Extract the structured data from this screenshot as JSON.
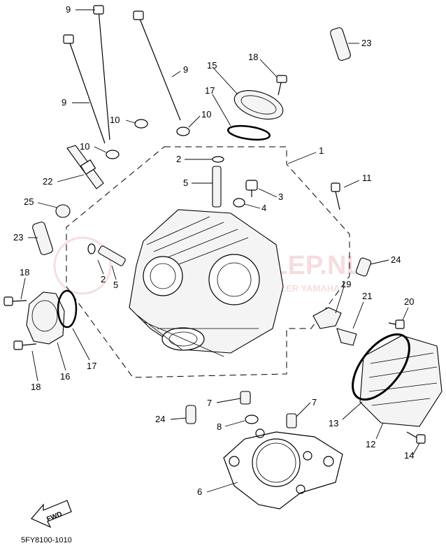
{
  "figure": {
    "code": "5FY8100-1010",
    "fwd_label": "FWD",
    "watermark": {
      "main": "MOTO-KLEP.NL",
      "sub": "VOOR DE MOTORDEALER YAMAHA"
    }
  },
  "callouts": [
    {
      "id": "c9a",
      "label": "9"
    },
    {
      "id": "c9b",
      "label": "9"
    },
    {
      "id": "c9c",
      "label": "9"
    },
    {
      "id": "c10a",
      "label": "10"
    },
    {
      "id": "c10b",
      "label": "10"
    },
    {
      "id": "c10c",
      "label": "10"
    },
    {
      "id": "c23a",
      "label": "23"
    },
    {
      "id": "c18a",
      "label": "18"
    },
    {
      "id": "c15",
      "label": "15"
    },
    {
      "id": "c17a",
      "label": "17"
    },
    {
      "id": "c2a",
      "label": "2"
    },
    {
      "id": "c1",
      "label": "1"
    },
    {
      "id": "c5a",
      "label": "5"
    },
    {
      "id": "c3",
      "label": "3"
    },
    {
      "id": "c4",
      "label": "4"
    },
    {
      "id": "c11",
      "label": "11"
    },
    {
      "id": "c22",
      "label": "22"
    },
    {
      "id": "c25",
      "label": "25"
    },
    {
      "id": "c23b",
      "label": "23"
    },
    {
      "id": "c2b",
      "label": "2"
    },
    {
      "id": "c5b",
      "label": "5"
    },
    {
      "id": "c24a",
      "label": "24"
    },
    {
      "id": "c18b",
      "label": "18"
    },
    {
      "id": "c19",
      "label": "19"
    },
    {
      "id": "c21",
      "label": "21"
    },
    {
      "id": "c20",
      "label": "20"
    },
    {
      "id": "c17b",
      "label": "17"
    },
    {
      "id": "c16",
      "label": "16"
    },
    {
      "id": "c18c",
      "label": "18"
    },
    {
      "id": "c7a",
      "label": "7"
    },
    {
      "id": "c7b",
      "label": "7"
    },
    {
      "id": "c24b",
      "label": "24"
    },
    {
      "id": "c8",
      "label": "8"
    },
    {
      "id": "c13",
      "label": "13"
    },
    {
      "id": "c12",
      "label": "12"
    },
    {
      "id": "c14",
      "label": "14"
    },
    {
      "id": "c6",
      "label": "6"
    }
  ]
}
